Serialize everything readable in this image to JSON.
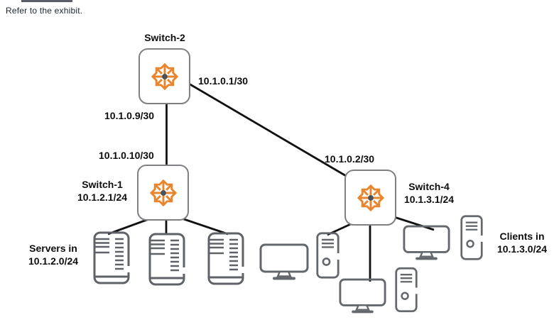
{
  "intro_text": "Refer to the exhibit.",
  "colors": {
    "switch_arrow_orange": "#E8862F",
    "switch_center_dot": "#4b5158",
    "switch_border_gray": "#7e8084",
    "endpoint_icon_gray": "#64686d",
    "link_line_black": "#111111"
  },
  "switches": {
    "switch2": {
      "name": "Switch-2"
    },
    "switch1": {
      "name": "Switch-1",
      "ip": "10.1.2.1/24"
    },
    "switch4": {
      "name": "Switch-4",
      "ip": "10.1.3.1/24"
    }
  },
  "link_labels": {
    "sw2_sw4_at_sw2": "10.1.0.1/30",
    "sw2_sw4_at_sw4": "10.1.0.2/30",
    "sw2_sw1_at_sw2": "10.1.0.9/30",
    "sw2_sw1_at_sw1": "10.1.0.10/30"
  },
  "groups": {
    "servers": {
      "line1": "Servers in",
      "line2": "10.1.2.0/24"
    },
    "clients": {
      "line1": "Clients in",
      "line2": "10.1.3.0/24"
    }
  }
}
